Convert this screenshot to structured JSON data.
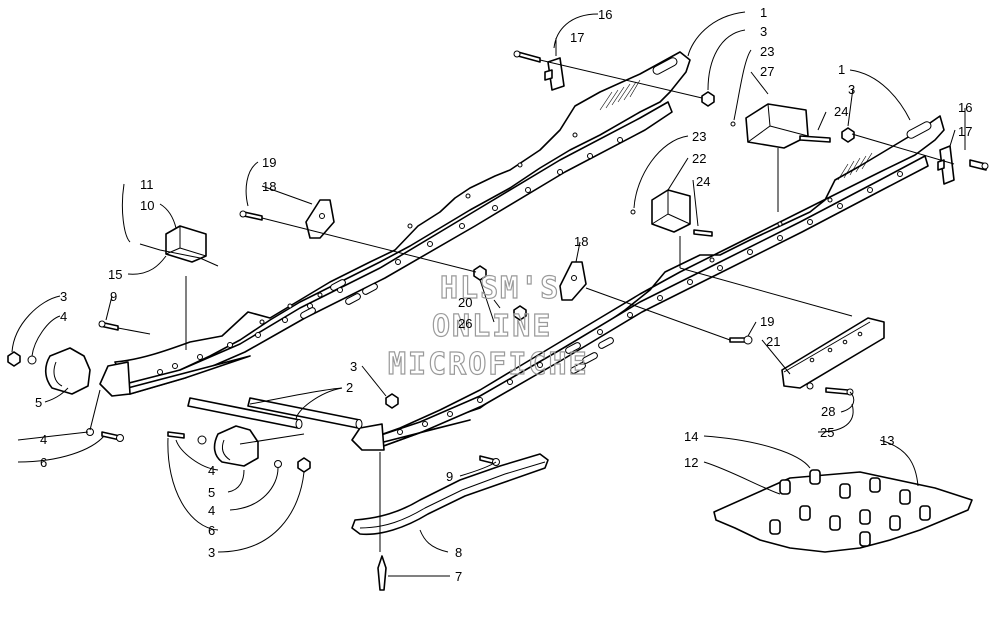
{
  "watermark": {
    "lines": [
      "HLSM'S",
      "ONLINE",
      "MICROFICHE"
    ]
  },
  "callouts": [
    {
      "id": "c1",
      "label": "16"
    },
    {
      "id": "c2",
      "label": "17"
    },
    {
      "id": "c3",
      "label": "1"
    },
    {
      "id": "c4",
      "label": "3"
    },
    {
      "id": "c5",
      "label": "23"
    },
    {
      "id": "c6",
      "label": "27"
    },
    {
      "id": "c7",
      "label": "1"
    },
    {
      "id": "c8",
      "label": "3"
    },
    {
      "id": "c9",
      "label": "24"
    },
    {
      "id": "c10",
      "label": "16"
    },
    {
      "id": "c11",
      "label": "17"
    },
    {
      "id": "c12",
      "label": "23"
    },
    {
      "id": "c13",
      "label": "22"
    },
    {
      "id": "c14",
      "label": "24"
    },
    {
      "id": "c15",
      "label": "19"
    },
    {
      "id": "c16",
      "label": "18"
    },
    {
      "id": "c17",
      "label": "11"
    },
    {
      "id": "c18",
      "label": "10"
    },
    {
      "id": "c19",
      "label": "15"
    },
    {
      "id": "c20",
      "label": "3"
    },
    {
      "id": "c21",
      "label": "9"
    },
    {
      "id": "c22",
      "label": "4"
    },
    {
      "id": "c23",
      "label": "18"
    },
    {
      "id": "c24",
      "label": "20"
    },
    {
      "id": "c25",
      "label": "26"
    },
    {
      "id": "c26",
      "label": "19"
    },
    {
      "id": "c27",
      "label": "21"
    },
    {
      "id": "c28",
      "label": "5"
    },
    {
      "id": "c29",
      "label": "3"
    },
    {
      "id": "c30",
      "label": "2"
    },
    {
      "id": "c31",
      "label": "28"
    },
    {
      "id": "c32",
      "label": "25"
    },
    {
      "id": "c33",
      "label": "4"
    },
    {
      "id": "c34",
      "label": "6"
    },
    {
      "id": "c35",
      "label": "14"
    },
    {
      "id": "c36",
      "label": "13"
    },
    {
      "id": "c37",
      "label": "12"
    },
    {
      "id": "c38",
      "label": "4"
    },
    {
      "id": "c39",
      "label": "9"
    },
    {
      "id": "c40",
      "label": "5"
    },
    {
      "id": "c41",
      "label": "4"
    },
    {
      "id": "c42",
      "label": "6"
    },
    {
      "id": "c43",
      "label": "8"
    },
    {
      "id": "c44",
      "label": "3"
    },
    {
      "id": "c45",
      "label": "7"
    }
  ]
}
